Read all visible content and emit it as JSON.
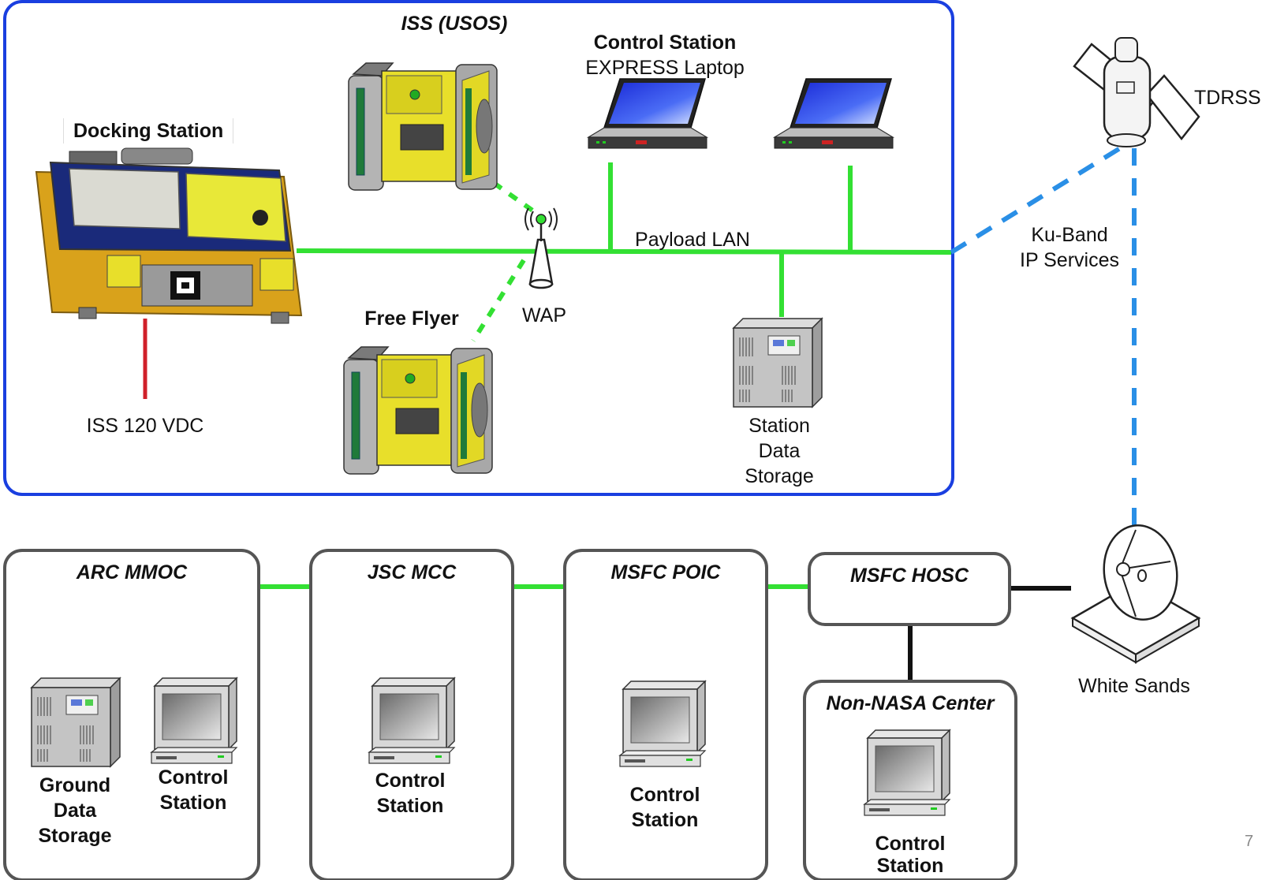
{
  "iss": {
    "title": "ISS (USOS)"
  },
  "docking_station": {
    "label": "Docking Station",
    "power": "ISS 120 VDC"
  },
  "control_station_top": {
    "title": "Control Station",
    "subtitle": "EXPRESS Laptop"
  },
  "free_flyer": {
    "label": "Free Flyer"
  },
  "wap": {
    "label": "WAP"
  },
  "payload_lan": {
    "label": "Payload LAN"
  },
  "station_data_storage": {
    "line1": "Station",
    "line2": "Data",
    "line3": "Storage"
  },
  "tdrss": {
    "label": "TDRSS"
  },
  "ku_band": {
    "line1": "Ku-Band",
    "line2": "IP Services"
  },
  "white_sands": {
    "label": "White Sands"
  },
  "centers": {
    "arc": {
      "title": "ARC MMOC",
      "storage_l1": "Ground",
      "storage_l2": "Data",
      "storage_l3": "Storage",
      "cs_l1": "Control",
      "cs_l2": "Station"
    },
    "jsc": {
      "title": "JSC MCC",
      "cs_l1": "Control",
      "cs_l2": "Station"
    },
    "msfc_poic": {
      "title": "MSFC POIC",
      "cs_l1": "Control",
      "cs_l2": "Station"
    },
    "msfc_hosc": {
      "title": "MSFC HOSC"
    },
    "non_nasa": {
      "title": "Non-NASA Center",
      "cs_l1": "Control",
      "cs_l2": "Station"
    }
  },
  "page_number": "7",
  "colors": {
    "lan": "#33e033",
    "ku": "#2a8fe6",
    "iss_border": "#1a3fe0",
    "power": "#d0202a",
    "box_border": "#555555"
  }
}
